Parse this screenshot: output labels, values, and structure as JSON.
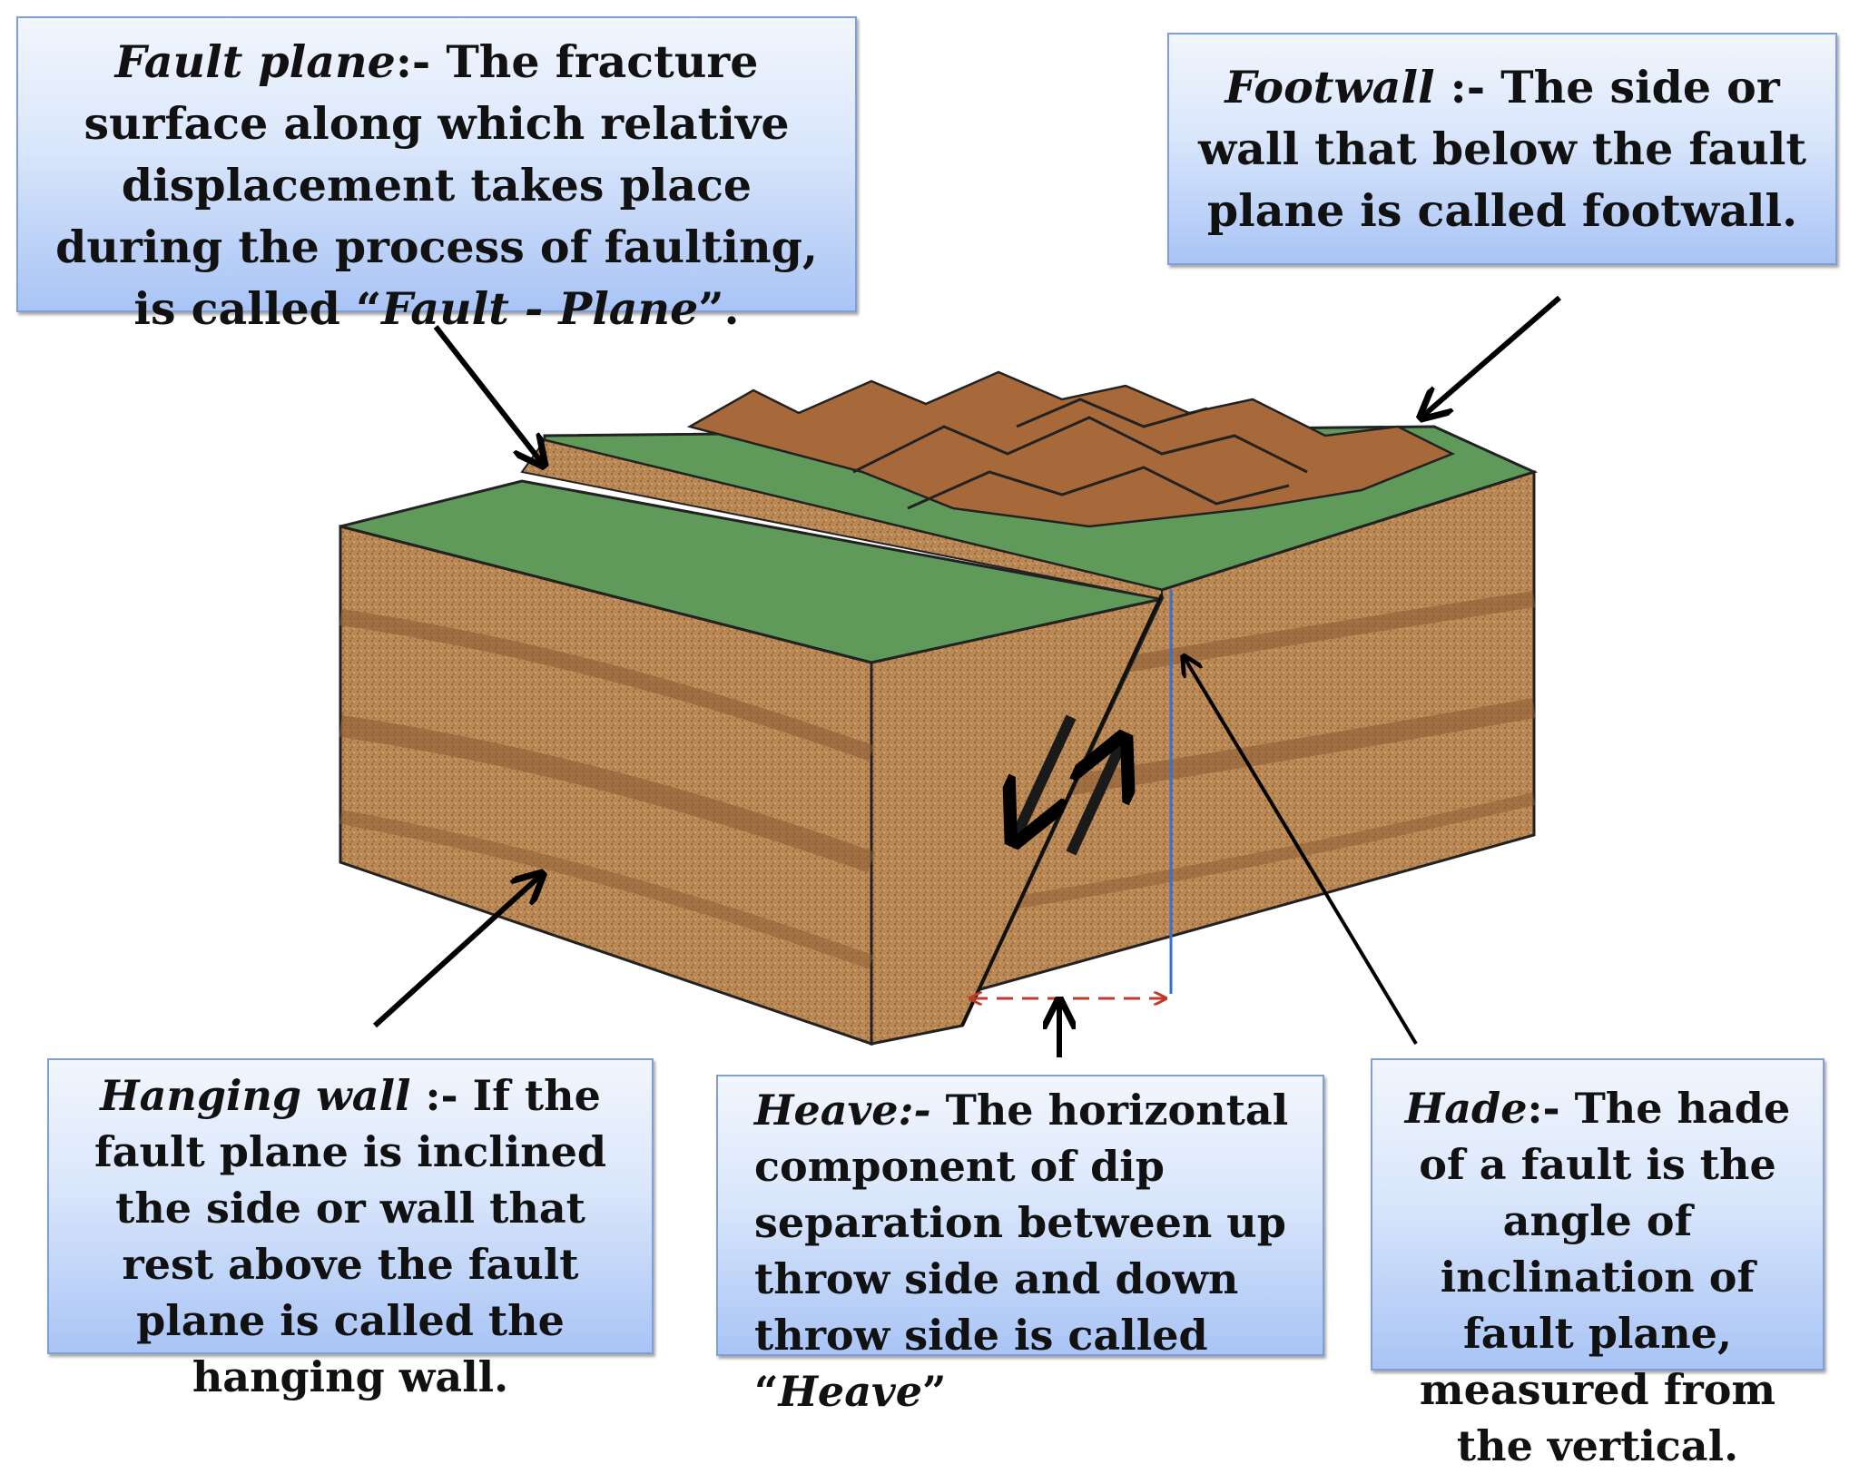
{
  "fault_plane": {
    "term": "Fault plane",
    "sep": ":- ",
    "text_before": "The fracture surface along which relative displacement takes place during the process of faulting, is called “",
    "term_quoted": "Fault - Plane",
    "text_after": "”."
  },
  "footwall": {
    "term": "Footwall",
    "sep": " :- ",
    "text": "The side or wall that below the fault plane is called footwall."
  },
  "hanging_wall": {
    "term": "Hanging wall",
    "sep": " :- ",
    "text": "If the fault plane is inclined the side or wall that rest above the fault plane is called the hanging wall."
  },
  "heave": {
    "term": "Heave:-",
    "text_before": " The horizontal component of dip separation between up throw side and down throw side is called “",
    "term_quoted": "Heave",
    "text_after": "”"
  },
  "hade": {
    "term": "Hade",
    "sep": ":- ",
    "text": "The hade of a fault is the angle of inclination of fault plane, measured from the vertical."
  },
  "colors": {
    "grass": "#5f9a5a",
    "soil": "#b0804c",
    "mountain": "#a8693a",
    "box_fill": "#d9e6fb",
    "heave_arrow": "#c0392b",
    "vertical_line": "#3b6fd1"
  }
}
